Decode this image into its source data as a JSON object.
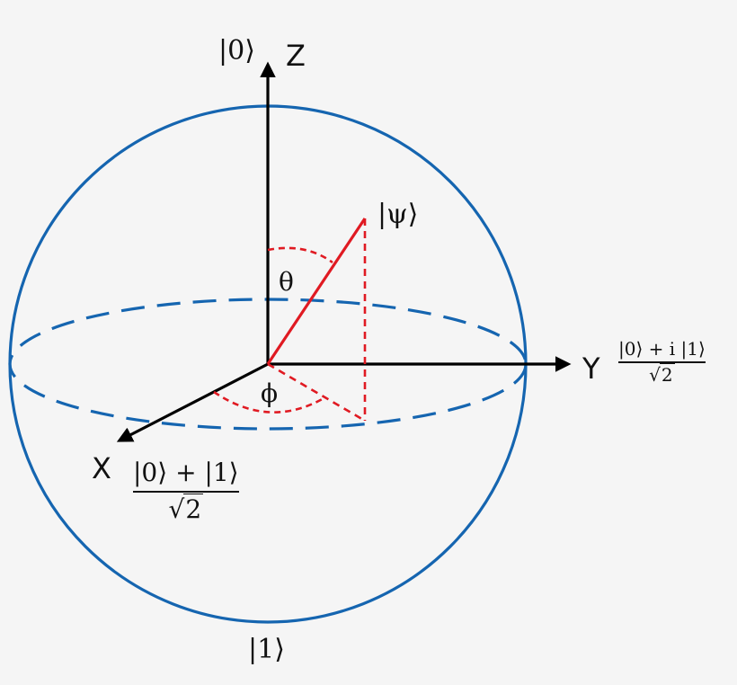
{
  "labels": {
    "ket0": "|0⟩",
    "ket1": "|1⟩",
    "psi": "|ψ⟩",
    "theta": "θ",
    "phi": "ϕ",
    "axis_z": "Z",
    "axis_y": "Y",
    "axis_x": "X"
  },
  "x_state": {
    "numerator": "|0⟩ + |1⟩",
    "sqrt_symbol": "√",
    "radicand": "2"
  },
  "y_state": {
    "numerator": "|0⟩ + i |1⟩",
    "sqrt_symbol": "√",
    "radicand": "2"
  },
  "colors": {
    "sphere": "#1565b0",
    "vector": "#e01a22",
    "axes": "#000000",
    "background": "#f5f5f5"
  }
}
